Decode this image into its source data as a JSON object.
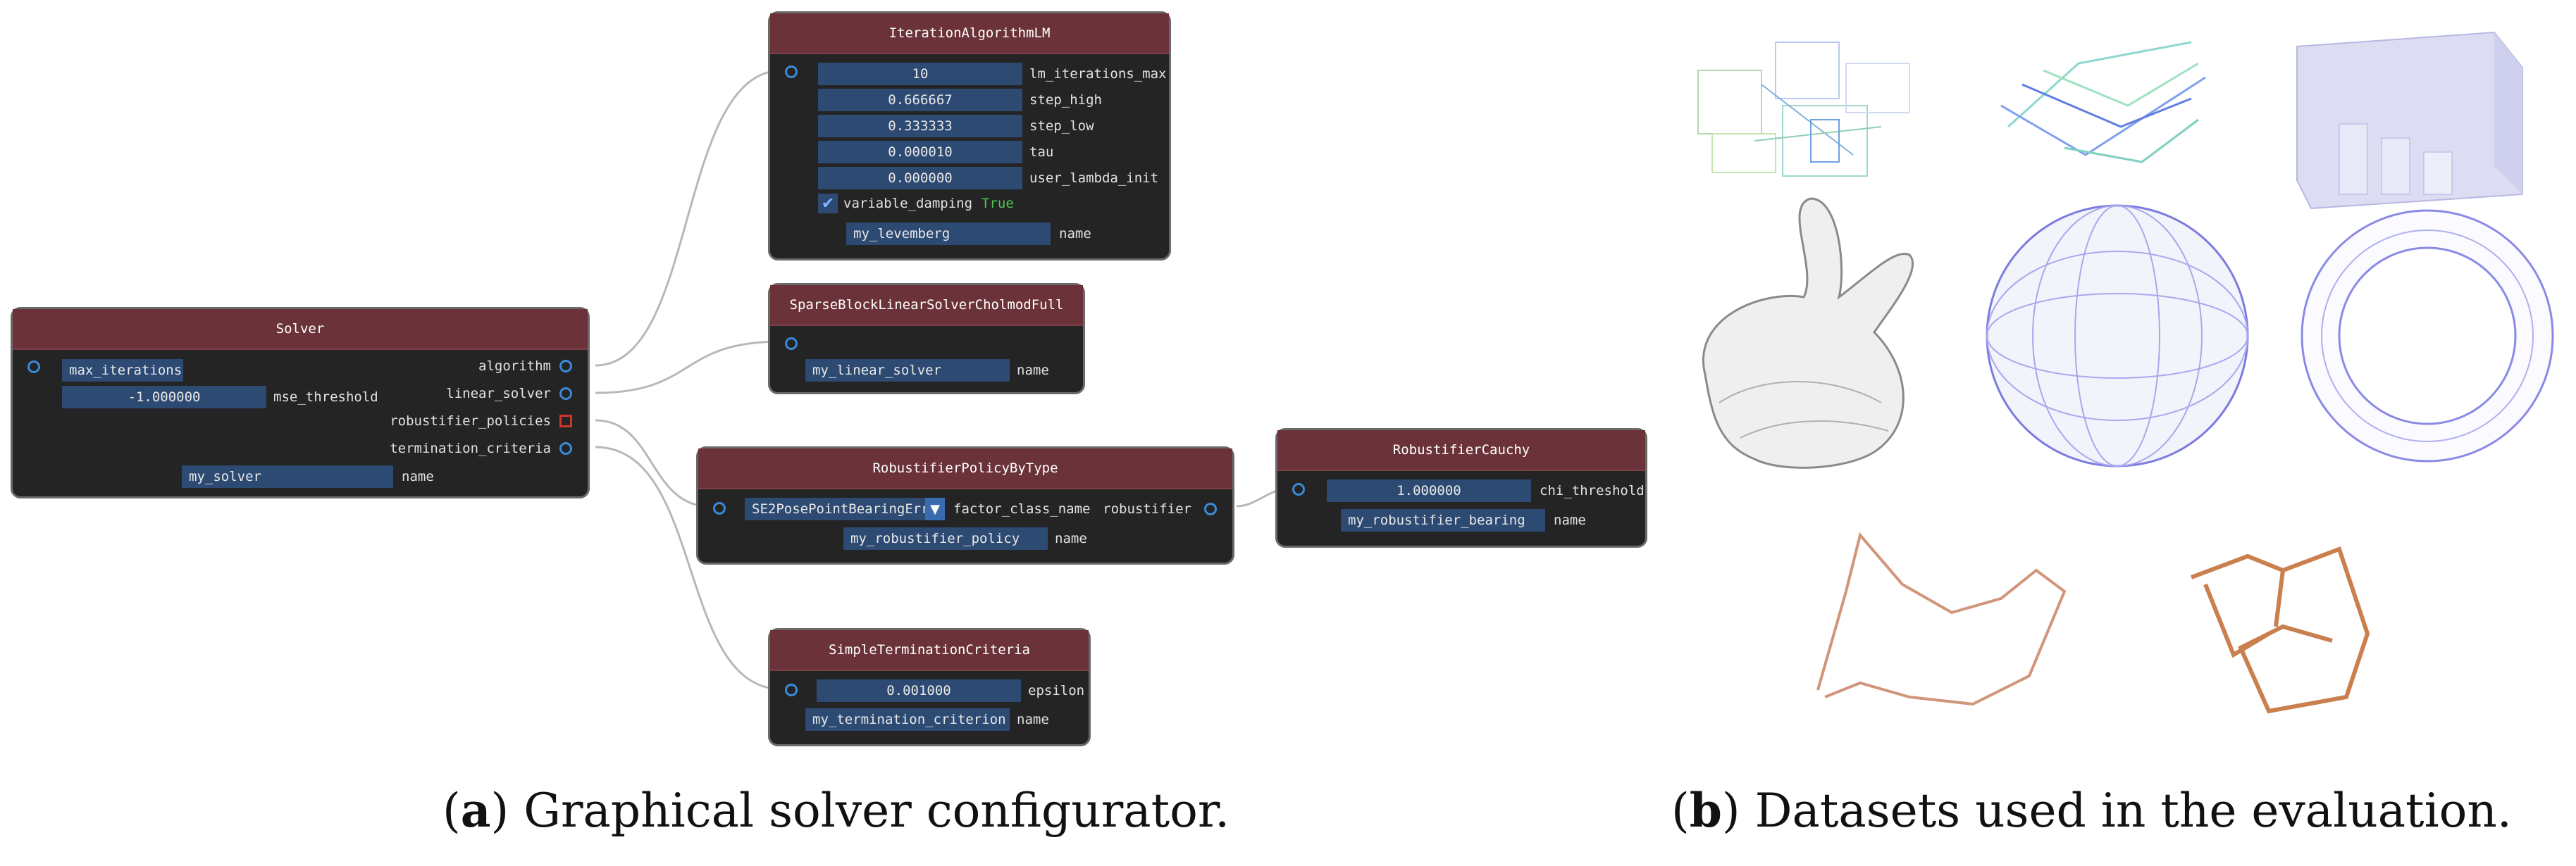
{
  "solver": {
    "title": "Solver",
    "max_iterations_value": "max_iterations",
    "mse_threshold_value": "-1.000000",
    "mse_threshold_label": "mse_threshold",
    "outputs": [
      "algorithm",
      "linear_solver",
      "robustifier_policies",
      "termination_criteria"
    ],
    "name_value": "my_solver",
    "name_label": "name"
  },
  "iteration_algorithm": {
    "title": "IterationAlgorithmLM",
    "params": [
      {
        "value": "10",
        "label": "lm_iterations_max"
      },
      {
        "value": "0.666667",
        "label": "step_high"
      },
      {
        "value": "0.333333",
        "label": "step_low"
      },
      {
        "value": "0.000010",
        "label": "tau"
      },
      {
        "value": "0.000000",
        "label": "user_lambda_init"
      }
    ],
    "checkbox_label": "variable_damping",
    "checkbox_state": "True",
    "name_value": "my_levemberg",
    "name_label": "name"
  },
  "linear_solver": {
    "title": "SparseBlockLinearSolverCholmodFull",
    "name_value": "my_linear_solver",
    "name_label": "name"
  },
  "robustifier_policy": {
    "title": "RobustifierPolicyByType",
    "select_value": "SE2PosePointBearingErro",
    "select_label": "factor_class_name",
    "output_label": "robustifier",
    "name_value": "my_robustifier_policy",
    "name_label": "name"
  },
  "robustifier_cauchy": {
    "title": "RobustifierCauchy",
    "threshold_value": "1.000000",
    "threshold_label": "chi_threshold",
    "name_value": "my_robustifier_bearing",
    "name_label": "name"
  },
  "termination": {
    "title": "SimpleTerminationCriteria",
    "epsilon_value": "0.001000",
    "epsilon_label": "epsilon",
    "name_value": "my_termination_criterion",
    "name_label": "name"
  },
  "captions": {
    "a_letter": "a",
    "a_text": " Graphical solver configurator.",
    "b_letter": "b",
    "b_text": " Datasets used in the evaluation."
  },
  "colors": {
    "node_bg": "#242424",
    "header": "#6b3339",
    "field": "#2d4a73",
    "pin": "#3b8ad9",
    "pin_warning": "#d0342c",
    "true_text": "#4fc94f",
    "wire": "#b8b8b8"
  }
}
